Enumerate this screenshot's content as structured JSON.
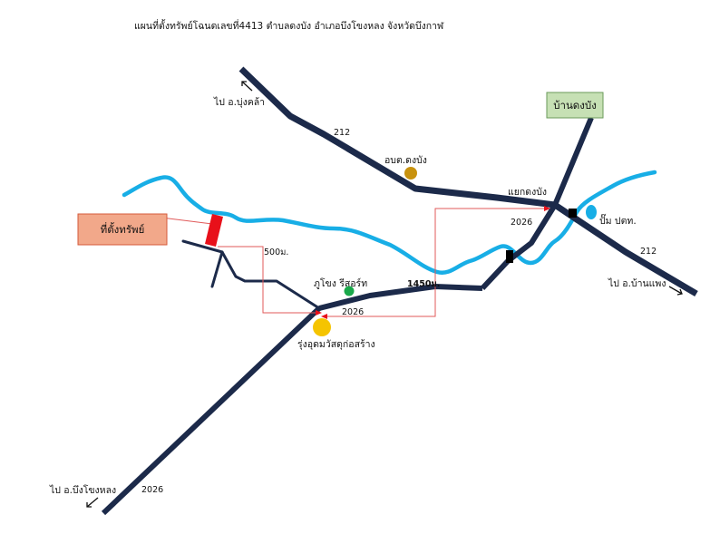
{
  "title": "แผนที่ตั้งทรัพย์โฉนดเลขที่4413 ตำบลดงบัง อำเภอบึงโขงหลง จังหวัดบึงกาฬ",
  "property_label": "ที่ตั้งทรัพย์",
  "village_label": "บ้านดงบัง",
  "places": {
    "sao_dongbang": "อบต.ดงบัง",
    "junction": "แยกดงบัง",
    "pump_ptt": "ปั๊ม ปตท.",
    "phu_khong": "ภูโขง รีสอร์ท",
    "rung_udom": "รุ่งอุดมวัสดุก่อสร้าง"
  },
  "directions": {
    "to_bung_khla": "ไป อ.บุ่งคล้า",
    "to_ban_phaeng": "ไป อ.บ้านแพง",
    "to_bueng_khong_long": "ไป อ.บึงโขงหลง"
  },
  "roads": {
    "r212_a": "212",
    "r212_b": "212",
    "r2026_a": "2026",
    "r2026_b": "2026",
    "r2026_c": "2026"
  },
  "distances": {
    "d500": "500ม.",
    "d1450": "1450ม."
  },
  "colors": {
    "road": "#1c2a4a",
    "river": "#18aee6",
    "route": "#e05a5a",
    "property_box_fill": "#f2a88a",
    "property_box_border": "#d45a3a",
    "property_marker": "#e8101a",
    "village_box_fill": "#c6e0b4",
    "village_box_border": "#6a9a5a",
    "sao_marker": "#c8920e",
    "resort_marker": "#1aa84a",
    "store_marker": "#f5c400",
    "pump_marker": "#18aee6"
  }
}
